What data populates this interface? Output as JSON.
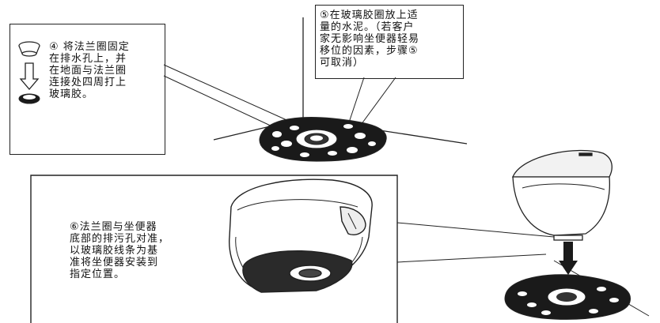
{
  "steps": {
    "step4": {
      "text": "④ 将法兰圈固定\n在排水孔上，并\n在地面与法兰圈\n连接处四周打上\n玻璃胶。"
    },
    "step5": {
      "text": "⑤在玻璃胶圈放上适\n量的水泥。（若客户\n家无影响坐便器轻易\n移位的因素，步骤⑤\n可取消）"
    },
    "step6": {
      "text": "⑥法兰圈与坐便器\n底部的排污孔对准，\n以玻璃胶线条为基\n准将坐便器安装到\n指定位置。"
    }
  },
  "colors": {
    "line": "#222222",
    "fill_dark": "#1a1a1a",
    "fill_light": "#ffffff",
    "accent_gray": "#cfcfcf"
  },
  "icons": [
    "flange-ring-icon",
    "down-arrow-icon",
    "glue-ring-icon",
    "toilet-icon",
    "floor-base-icon"
  ]
}
